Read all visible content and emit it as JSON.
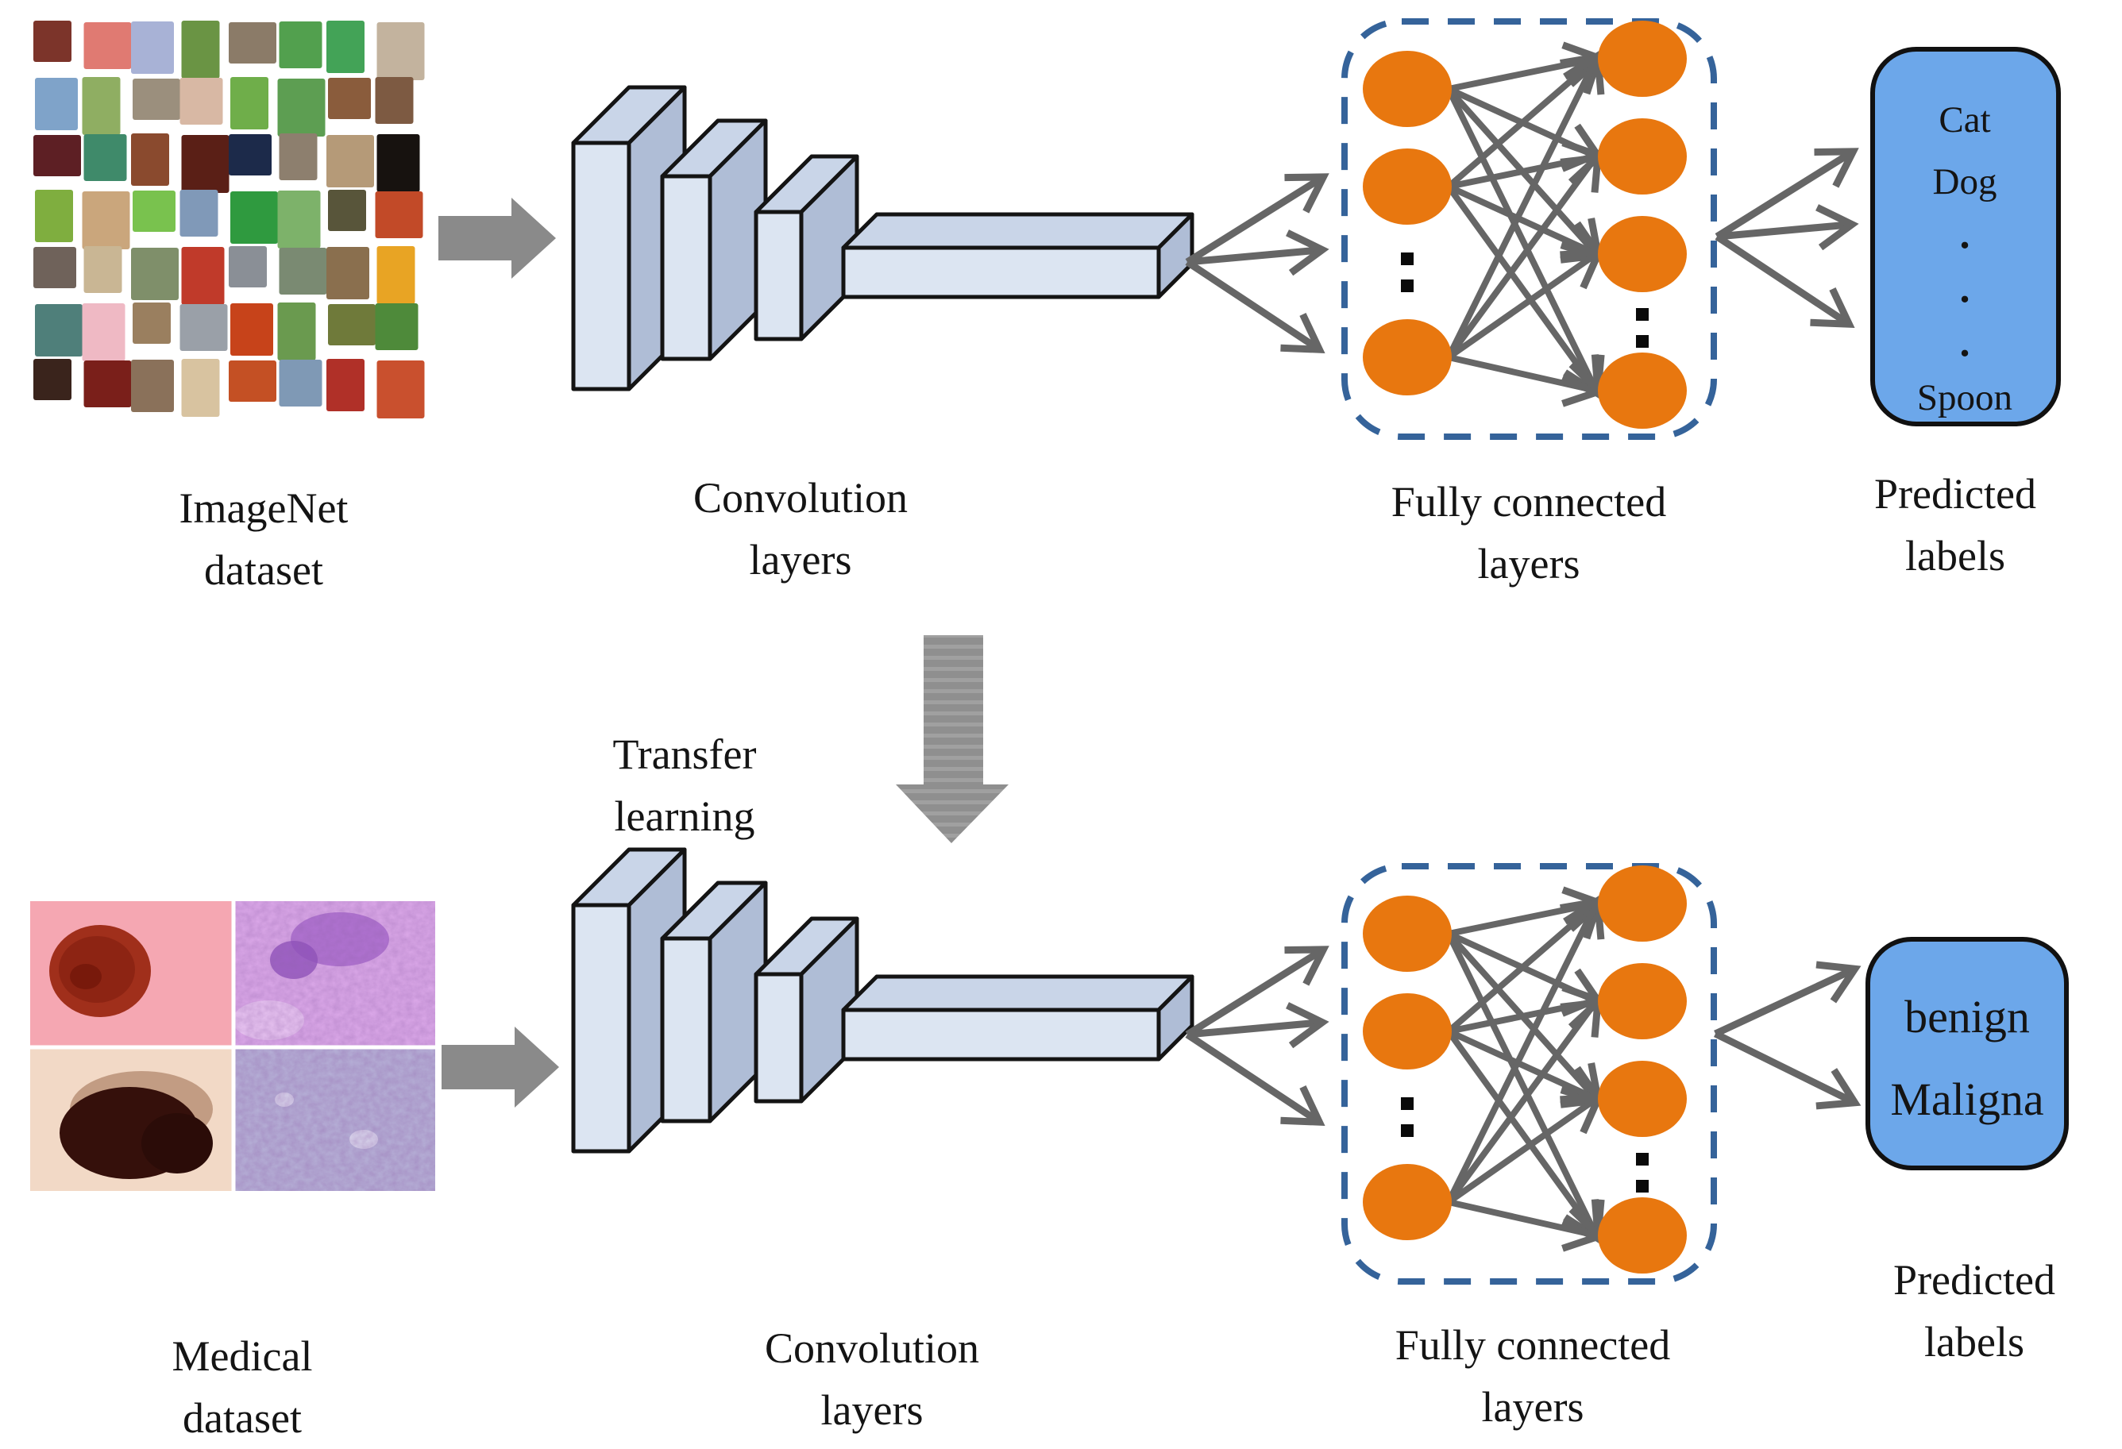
{
  "colors": {
    "orange_node": "#E8770F",
    "fc_border_blue": "#35639A",
    "arrow_gray": "#666666",
    "block_arrow_gray": "#8A8A8A",
    "label_box_blue": "#6CA7EA",
    "conv_front": "#DCE5F2",
    "conv_top": "#C9D5E8",
    "conv_side": "#AFBDD6",
    "text_color": "#141414"
  },
  "top_row": {
    "dataset_label": [
      "ImageNet",
      "dataset"
    ],
    "conv_label": [
      "Convolution",
      "layers"
    ],
    "fc_label": [
      "Fully connected",
      "layers"
    ],
    "predicted_label": [
      "Predicted",
      "labels"
    ],
    "class_box": {
      "line1": "Cat",
      "line2": "Dog",
      "dots": [
        "·",
        "·",
        "·"
      ],
      "line3": "Spoon"
    }
  },
  "transfer_label": [
    "Transfer",
    "learning"
  ],
  "bottom_row": {
    "dataset_label": [
      "Medical",
      "dataset"
    ],
    "conv_label": [
      "Convolution",
      "layers"
    ],
    "fc_label": [
      "Fully connected",
      "layers"
    ],
    "predicted_label": [
      "Predicted",
      "labels"
    ],
    "class_box": {
      "line1": "benign",
      "line2": "Maligna"
    }
  },
  "imagenet_grid": {
    "rows": 7,
    "cols": 8,
    "tile_colors": [
      [
        "#7C342A",
        "#E07A72",
        "#A8B2D6",
        "#6A9444",
        "#8B7B68",
        "#52A04E",
        "#43A357",
        "#C3B39E"
      ],
      [
        "#7FA3C9",
        "#8FAE62",
        "#9B8F7D",
        "#D8B8A4",
        "#6FAE4A",
        "#5D9E52",
        "#8A5C3C",
        "#7D5A42"
      ],
      [
        "#5D1F24",
        "#3F8A6A",
        "#8A4A2E",
        "#5A1F16",
        "#1C2A4A",
        "#8D7F6E",
        "#B59A78",
        "#17120F"
      ],
      [
        "#7FAE3F",
        "#CAA67C",
        "#79C24E",
        "#8099B8",
        "#2F9A3F",
        "#7DB26A",
        "#58553A",
        "#C24A28"
      ],
      [
        "#6F625A",
        "#C9B694",
        "#7F8F6A",
        "#C03A2A",
        "#8A8F96",
        "#7A8A72",
        "#8A6F4E",
        "#E8A424"
      ],
      [
        "#4F7F7A",
        "#EFB9C4",
        "#9A7F5F",
        "#9AA0A8",
        "#C7431A",
        "#6A9A4F",
        "#6F7A3A",
        "#4E8A3A"
      ],
      [
        "#3A241C",
        "#7A1F1A",
        "#8A715A",
        "#D8C3A0",
        "#C45024",
        "#7F99B5",
        "#B03028",
        "#C9502E"
      ]
    ]
  }
}
